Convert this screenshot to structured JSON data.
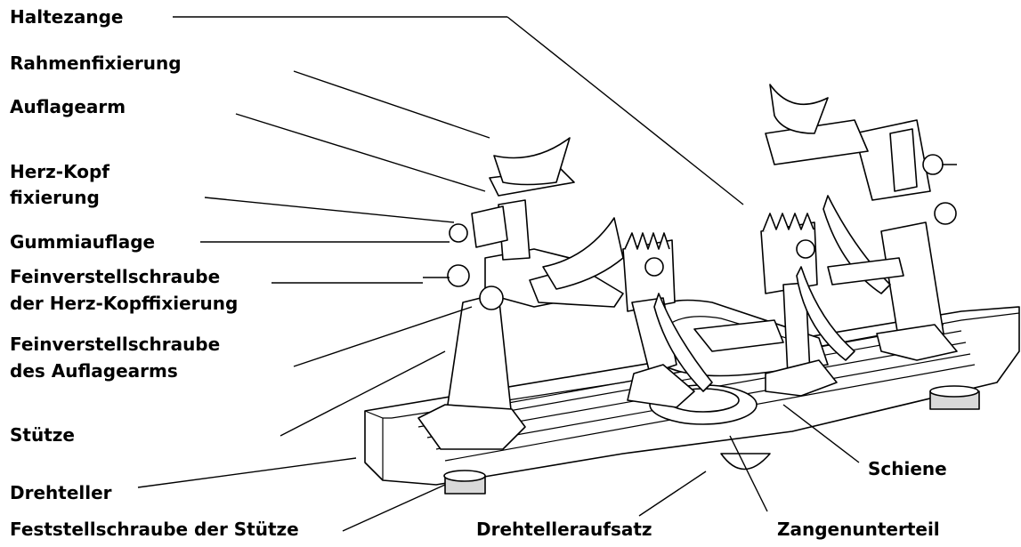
{
  "labels": {
    "haltezange": "Haltezange",
    "rahmenfixierung": "Rahmenfixierung",
    "auflagearm": "Auflagearm",
    "herzkopf_line1": "Herz-Kopf",
    "herzkopf_line2": "fixierung",
    "gummiauflage": "Gummiauflage",
    "feinverstell_herz_line1": "Feinverstellschraube",
    "feinverstell_herz_line2": "der Herz-Kopffixierung",
    "feinverstell_arm_line1": "Feinverstellschraube",
    "feinverstell_arm_line2": "des Auflagearms",
    "stuetze": "Stütze",
    "drehteller": "Drehteller",
    "feststellschraube": "Feststellschraube der Stütze",
    "drehtelleraufsatz": "Drehtelleraufsatz",
    "zangenunterteil": "Zangenunterteil",
    "schiene": "Schiene"
  }
}
